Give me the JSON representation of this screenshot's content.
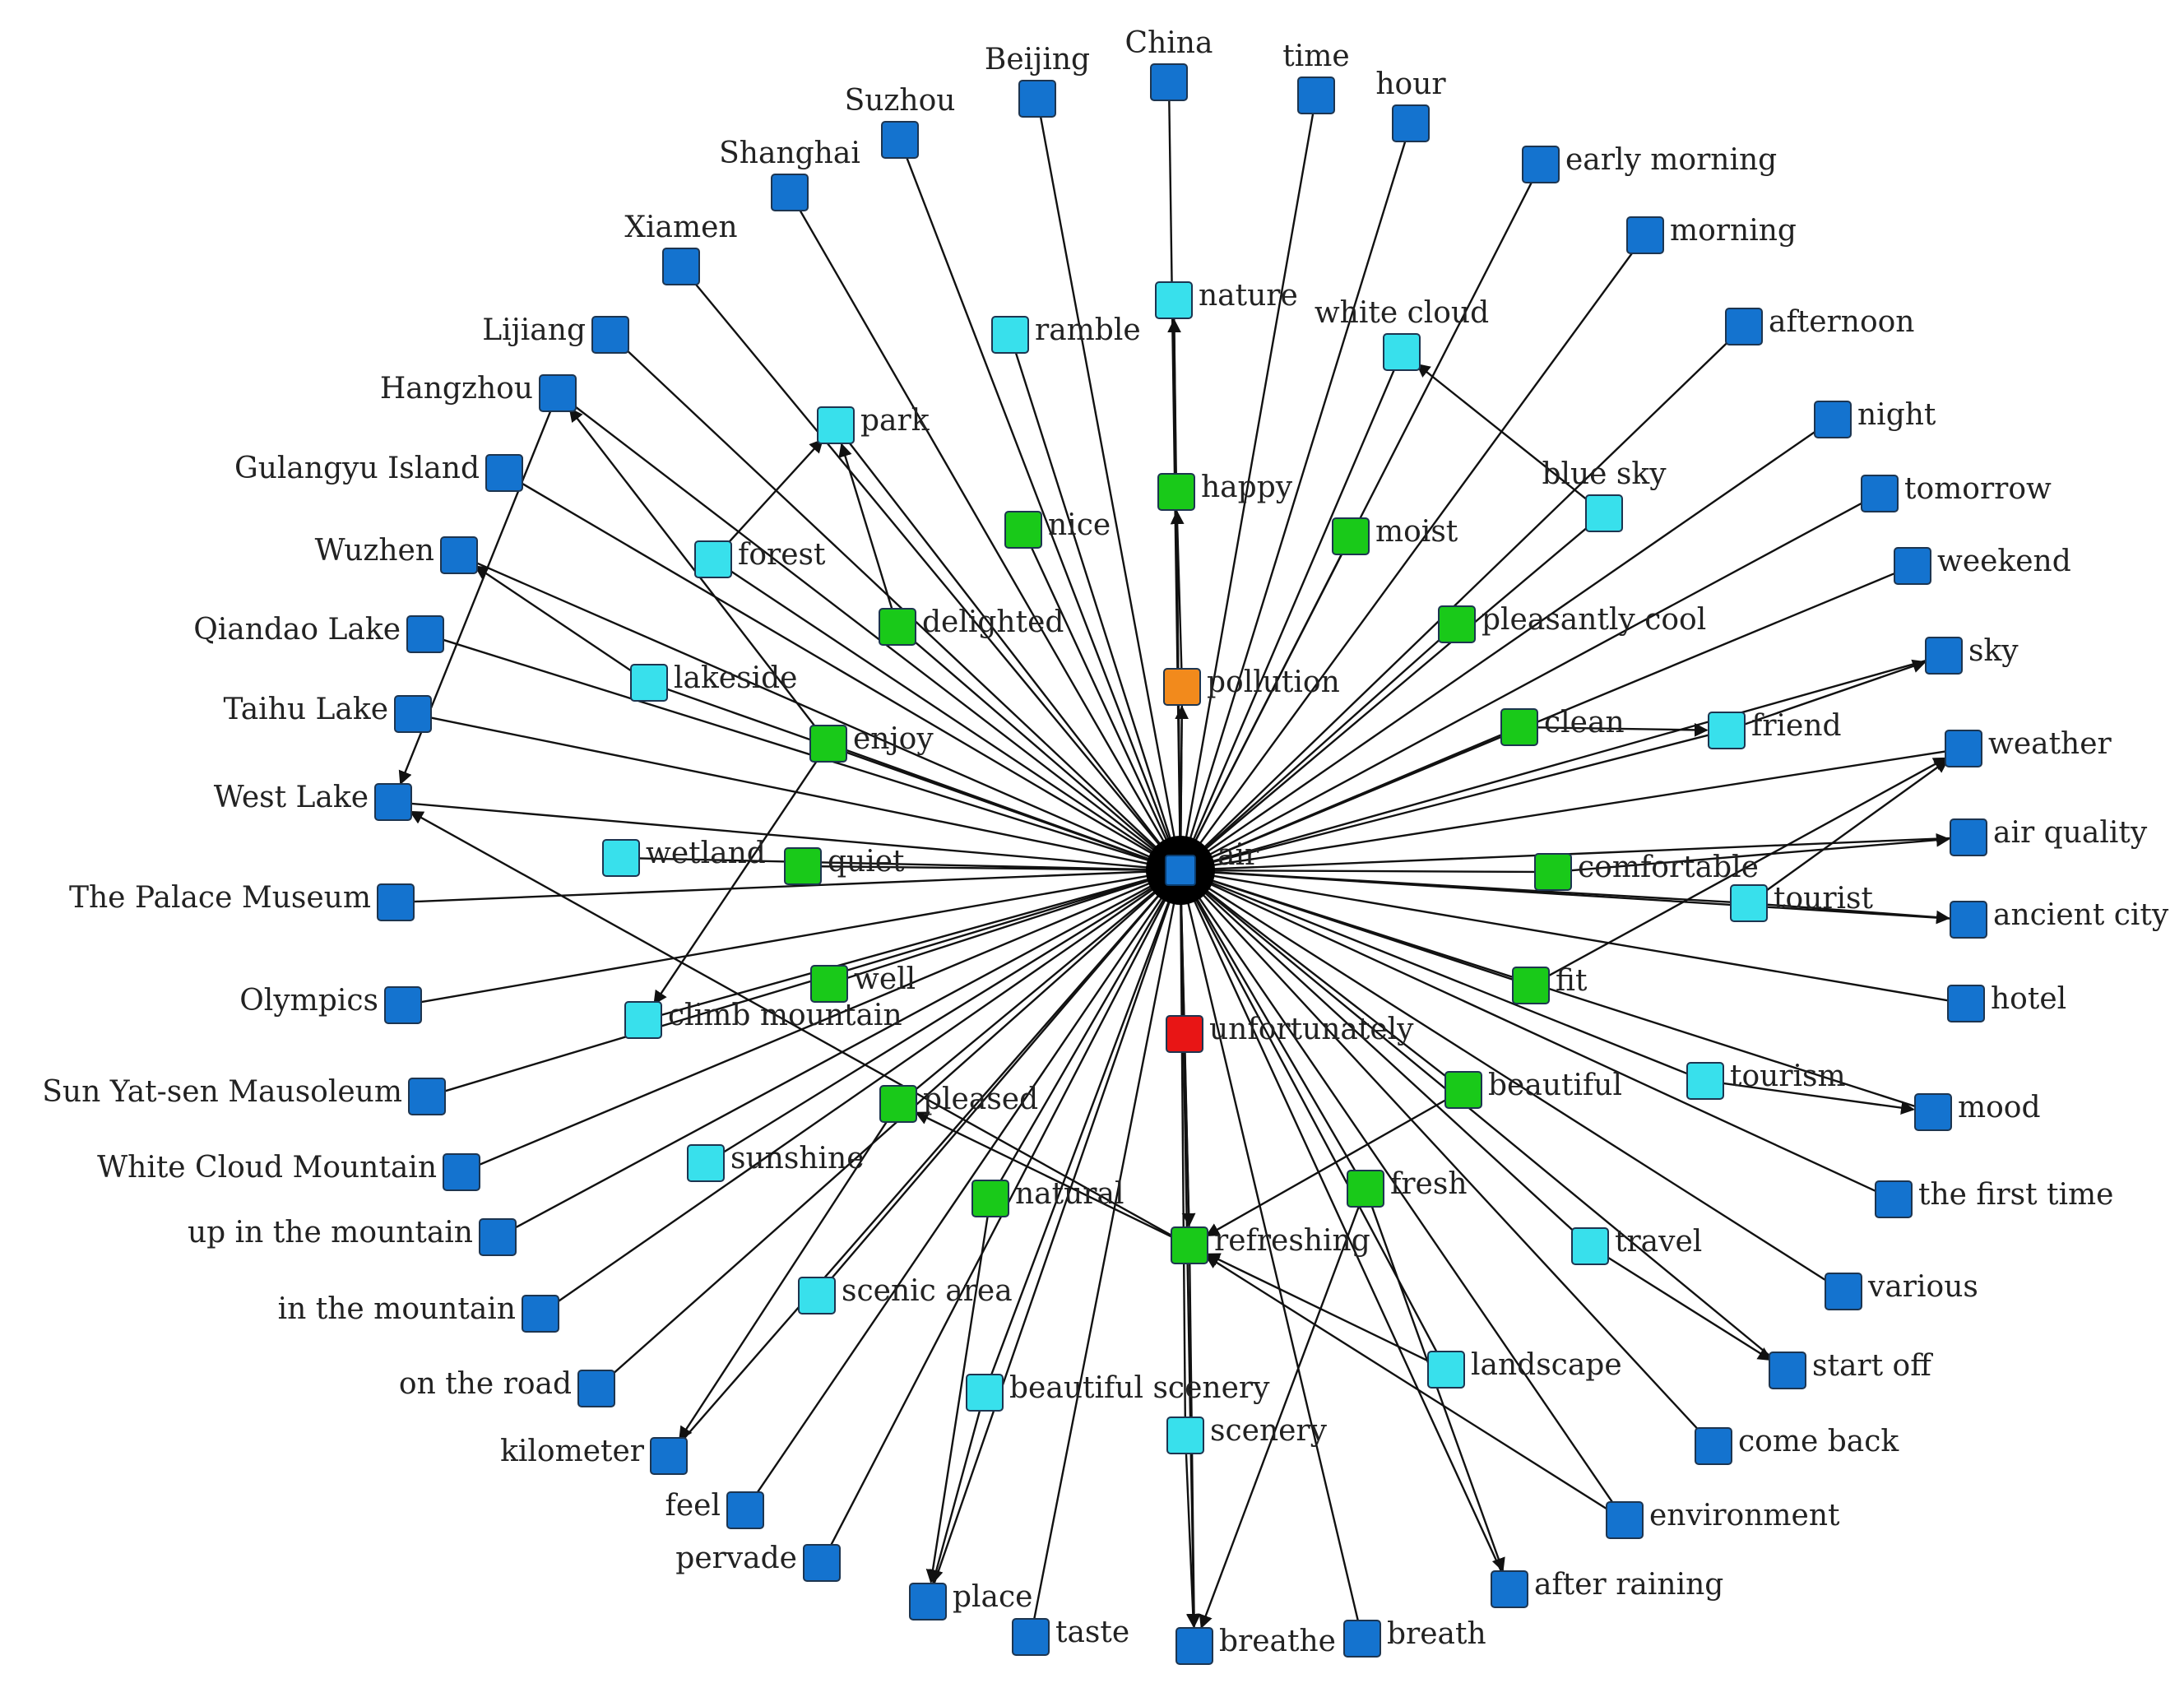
{
  "center": {
    "label": "air"
  },
  "colors": {
    "location": "#1473cf",
    "entity": "#38e0ec",
    "sentiment": "#19c919",
    "negative": "#e81515",
    "pollution": "#f28a1c",
    "edge": "#111111",
    "hub": "#000000"
  },
  "nodes": [
    {
      "id": "china",
      "label": "China",
      "type": "location"
    },
    {
      "id": "beijing",
      "label": "Beijing",
      "type": "location"
    },
    {
      "id": "suzhou",
      "label": "Suzhou",
      "type": "location"
    },
    {
      "id": "time",
      "label": "time",
      "type": "location"
    },
    {
      "id": "hour",
      "label": "hour",
      "type": "location"
    },
    {
      "id": "shanghai",
      "label": "Shanghai",
      "type": "location"
    },
    {
      "id": "early-morning",
      "label": "early morning",
      "type": "location"
    },
    {
      "id": "xiamen",
      "label": "Xiamen",
      "type": "location"
    },
    {
      "id": "morning",
      "label": "morning",
      "type": "location"
    },
    {
      "id": "nature",
      "label": "nature",
      "type": "entity"
    },
    {
      "id": "ramble",
      "label": "ramble",
      "type": "entity"
    },
    {
      "id": "white-cloud",
      "label": "white cloud",
      "type": "entity"
    },
    {
      "id": "afternoon",
      "label": "afternoon",
      "type": "location"
    },
    {
      "id": "lijiang",
      "label": "Lijiang",
      "type": "location"
    },
    {
      "id": "hangzhou",
      "label": "Hangzhou",
      "type": "location"
    },
    {
      "id": "park",
      "label": "park",
      "type": "entity"
    },
    {
      "id": "night",
      "label": "night",
      "type": "location"
    },
    {
      "id": "blue-sky",
      "label": "blue sky",
      "type": "entity"
    },
    {
      "id": "gulangyu-island",
      "label": "Gulangyu Island",
      "type": "location"
    },
    {
      "id": "happy",
      "label": "happy",
      "type": "sentiment"
    },
    {
      "id": "tomorrow",
      "label": "tomorrow",
      "type": "location"
    },
    {
      "id": "nice",
      "label": "nice",
      "type": "sentiment"
    },
    {
      "id": "moist",
      "label": "moist",
      "type": "sentiment"
    },
    {
      "id": "wuzhen",
      "label": "Wuzhen",
      "type": "location"
    },
    {
      "id": "forest",
      "label": "forest",
      "type": "entity"
    },
    {
      "id": "weekend",
      "label": "weekend",
      "type": "location"
    },
    {
      "id": "delighted",
      "label": "delighted",
      "type": "sentiment"
    },
    {
      "id": "pleasantly-cool",
      "label": "pleasantly cool",
      "type": "sentiment"
    },
    {
      "id": "qiandao-lake",
      "label": "Qiandao Lake",
      "type": "location"
    },
    {
      "id": "sky",
      "label": "sky",
      "type": "location"
    },
    {
      "id": "lakeside",
      "label": "lakeside",
      "type": "entity"
    },
    {
      "id": "pollution",
      "label": "pollution",
      "type": "pollution"
    },
    {
      "id": "taihu-lake",
      "label": "Taihu Lake",
      "type": "location"
    },
    {
      "id": "clean",
      "label": "clean",
      "type": "sentiment"
    },
    {
      "id": "friend",
      "label": "friend",
      "type": "entity"
    },
    {
      "id": "enjoy",
      "label": "enjoy",
      "type": "sentiment"
    },
    {
      "id": "weather",
      "label": "weather",
      "type": "location"
    },
    {
      "id": "west-lake",
      "label": "West Lake",
      "type": "location"
    },
    {
      "id": "air-quality",
      "label": "air quality",
      "type": "location"
    },
    {
      "id": "wetland",
      "label": "wetland",
      "type": "entity"
    },
    {
      "id": "quiet",
      "label": "quiet",
      "type": "sentiment"
    },
    {
      "id": "comfortable",
      "label": "comfortable",
      "type": "sentiment"
    },
    {
      "id": "the-palace-museum",
      "label": "The Palace Museum",
      "type": "location"
    },
    {
      "id": "tourist",
      "label": "tourist",
      "type": "entity"
    },
    {
      "id": "ancient-city",
      "label": "ancient city",
      "type": "location"
    },
    {
      "id": "well",
      "label": "well",
      "type": "sentiment"
    },
    {
      "id": "fit",
      "label": "fit",
      "type": "sentiment"
    },
    {
      "id": "olympics",
      "label": "Olympics",
      "type": "location"
    },
    {
      "id": "hotel",
      "label": "hotel",
      "type": "location"
    },
    {
      "id": "climb-mountain",
      "label": "climb mountain",
      "type": "entity"
    },
    {
      "id": "unfortunately",
      "label": "unfortunately",
      "type": "negative"
    },
    {
      "id": "sun-yat-sen-mausoleum",
      "label": "Sun Yat-sen Mausoleum",
      "type": "location"
    },
    {
      "id": "beautiful",
      "label": "beautiful",
      "type": "sentiment"
    },
    {
      "id": "tourism",
      "label": "tourism",
      "type": "entity"
    },
    {
      "id": "pleased",
      "label": "pleased",
      "type": "sentiment"
    },
    {
      "id": "mood",
      "label": "mood",
      "type": "location"
    },
    {
      "id": "white-cloud-mountain",
      "label": "White Cloud Mountain",
      "type": "location"
    },
    {
      "id": "sunshine",
      "label": "sunshine",
      "type": "entity"
    },
    {
      "id": "fresh",
      "label": "fresh",
      "type": "sentiment"
    },
    {
      "id": "natural",
      "label": "natural",
      "type": "sentiment"
    },
    {
      "id": "the-first-time",
      "label": "the first time",
      "type": "location"
    },
    {
      "id": "up-in-the-mountain",
      "label": "up in the mountain",
      "type": "location"
    },
    {
      "id": "refreshing",
      "label": "refreshing",
      "type": "sentiment"
    },
    {
      "id": "travel",
      "label": "travel",
      "type": "entity"
    },
    {
      "id": "various",
      "label": "various",
      "type": "location"
    },
    {
      "id": "scenic-area",
      "label": "scenic area",
      "type": "entity"
    },
    {
      "id": "in-the-mountain",
      "label": "in the mountain",
      "type": "location"
    },
    {
      "id": "landscape",
      "label": "landscape",
      "type": "entity"
    },
    {
      "id": "start-off",
      "label": "start off",
      "type": "location"
    },
    {
      "id": "on-the-road",
      "label": "on the road",
      "type": "location"
    },
    {
      "id": "beautiful-scenery",
      "label": "beautiful scenery",
      "type": "entity"
    },
    {
      "id": "scenery",
      "label": "scenery",
      "type": "entity"
    },
    {
      "id": "come-back",
      "label": "come back",
      "type": "location"
    },
    {
      "id": "kilometer",
      "label": "kilometer",
      "type": "location"
    },
    {
      "id": "environment",
      "label": "environment",
      "type": "location"
    },
    {
      "id": "feel",
      "label": "feel",
      "type": "location"
    },
    {
      "id": "pervade",
      "label": "pervade",
      "type": "location"
    },
    {
      "id": "place",
      "label": "place",
      "type": "location"
    },
    {
      "id": "after-raining",
      "label": "after raining",
      "type": "location"
    },
    {
      "id": "taste",
      "label": "taste",
      "type": "location"
    },
    {
      "id": "breathe",
      "label": "breathe",
      "type": "location"
    },
    {
      "id": "breath",
      "label": "breath",
      "type": "location"
    }
  ],
  "extra_edges": [
    [
      "happy",
      "nature"
    ],
    [
      "pollution",
      "happy"
    ],
    [
      "air",
      "pollution"
    ],
    [
      "refreshing",
      "breathe"
    ],
    [
      "unfortunately",
      "refreshing"
    ],
    [
      "scenery",
      "breathe"
    ],
    [
      "forest",
      "park"
    ],
    [
      "delighted",
      "park"
    ],
    [
      "lakeside",
      "wuzhen"
    ],
    [
      "enjoy",
      "hangzhou"
    ],
    [
      "blue-sky",
      "white-cloud"
    ],
    [
      "clean",
      "friend"
    ],
    [
      "friend",
      "sky"
    ],
    [
      "tourist",
      "weather"
    ],
    [
      "fit",
      "weather"
    ],
    [
      "tourist",
      "ancient-city"
    ],
    [
      "comfortable",
      "air-quality"
    ],
    [
      "hangzhou",
      "west-lake"
    ],
    [
      "refreshing",
      "west-lake"
    ],
    [
      "beautiful",
      "refreshing"
    ],
    [
      "environment",
      "refreshing"
    ],
    [
      "landscape",
      "refreshing"
    ],
    [
      "fresh",
      "breathe"
    ],
    [
      "fresh",
      "after-raining"
    ],
    [
      "beautiful-scenery",
      "place"
    ],
    [
      "tourism",
      "mood"
    ],
    [
      "travel",
      "start-off"
    ],
    [
      "pleased",
      "kilometer"
    ],
    [
      "natural",
      "place"
    ],
    [
      "refreshing",
      "pleased"
    ],
    [
      "enjoy",
      "climb-mountain"
    ]
  ]
}
